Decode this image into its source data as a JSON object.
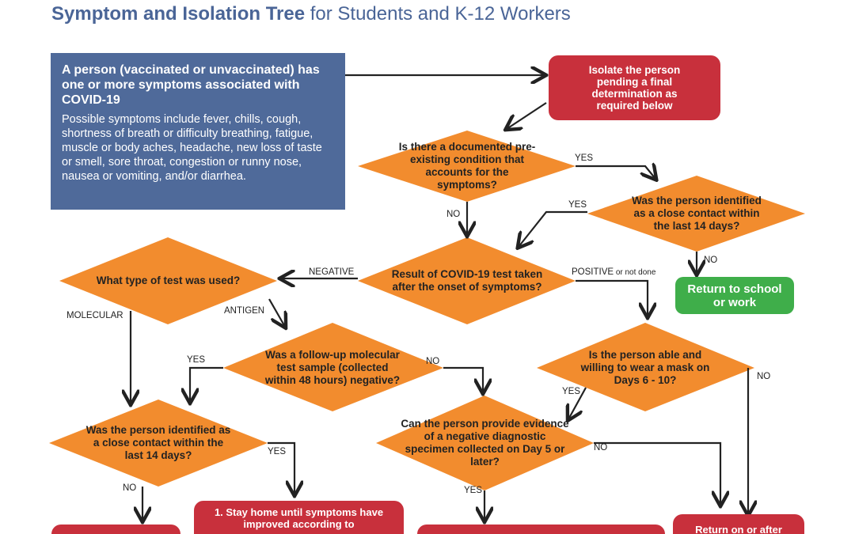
{
  "title": {
    "bold": "Symptom and Isolation Tree",
    "rest": " for Students and K-12 Workers"
  },
  "start": {
    "heading": "A person (vaccinated or unvaccinated) has one or more symptoms associated with COVID-19",
    "body": "Possible symptoms include fever, chills, cough, shortness of breath or difficulty breathing, fatigue, muscle or body aches, headache, new loss of taste or smell, sore throat, congestion or runny nose, nausea or vomiting, and/or diarrhea."
  },
  "isolate": "Isolate the person pending a final determination as required below",
  "return_green": "Return to school or work",
  "questions": {
    "preexisting": "Is there a documented pre-existing condition that accounts for the symptoms?",
    "close_contact_top": "Was the person identified as a close contact within the last 14 days?",
    "test_result": "Result of COVID-19 test taken after the onset of symptoms?",
    "test_type": "What type of test was used?",
    "followup": "Was a follow-up molecular test sample (collected within 48 hours) negative?",
    "mask": "Is the person able and willing to wear a mask on Days 6 - 10?",
    "close_contact_bottom": "Was the person identified as a close contact within the last 14 days?",
    "evidence": "Can the person provide evidence of a negative diagnostic specimen collected on Day 5 or later?"
  },
  "labels": {
    "yes": "YES",
    "no": "NO",
    "negative": "NEGATIVE",
    "positive": "POSITIVE",
    "not_done": " or not done",
    "molecular": "MOLECULAR",
    "antigen": "ANTIGEN"
  },
  "bottom": {
    "stay_home": "1. Stay home until symptoms have improved according to",
    "return_after": "Return on or after"
  }
}
